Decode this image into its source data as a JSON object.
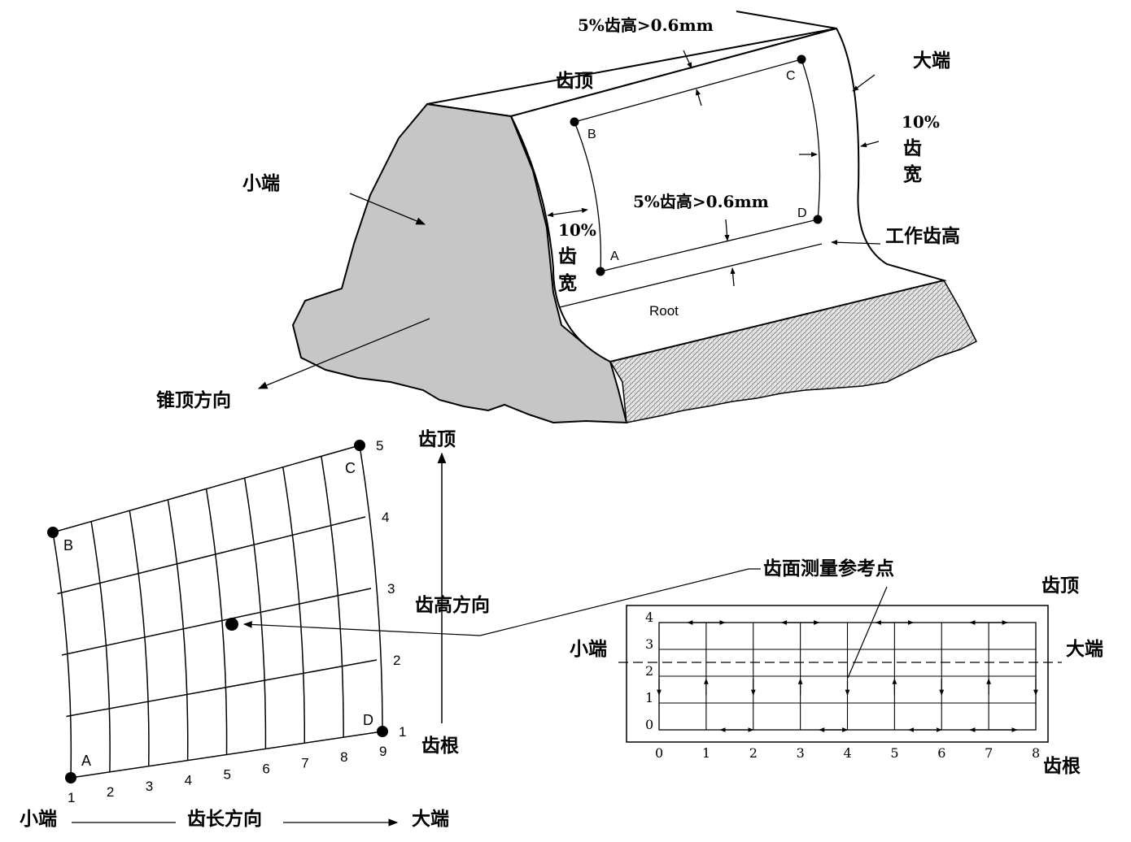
{
  "tooth_view": {
    "big_end": "大端",
    "small_end": "小端",
    "tip": "齿顶",
    "top_margin": "5%齿高>0.6mm",
    "mid_margin": "5%齿高>0.6mm",
    "right_width_pct": "10%",
    "right_width_c1": "齿",
    "right_width_c2": "宽",
    "left_width_pct": "10%",
    "left_width_c1": "齿",
    "left_width_c2": "宽",
    "working_depth": "工作齿高",
    "root": "Root",
    "cone_apex": "锥顶方向",
    "point_a": "A",
    "point_b": "B",
    "point_c": "C",
    "point_d": "D"
  },
  "grid_view": {
    "corner_a": "A",
    "corner_b": "B",
    "corner_c": "C",
    "corner_d": "D",
    "length_ticks": [
      "1",
      "2",
      "3",
      "4",
      "5",
      "6",
      "7",
      "8",
      "9"
    ],
    "height_ticks": [
      "1",
      "2",
      "3",
      "4",
      "5"
    ],
    "axis_tip": "齿顶",
    "axis_root": "齿根",
    "axis_height": "齿高方向",
    "bottom_small": "小端",
    "bottom_length": "齿长方向",
    "bottom_big": "大端"
  },
  "scan_view": {
    "reference_point": "齿面测量参考点",
    "tip": "齿顶",
    "root": "齿根",
    "small_end": "小端",
    "big_end": "大端",
    "x_ticks": [
      "0",
      "1",
      "2",
      "3",
      "4",
      "5",
      "6",
      "7",
      "8"
    ],
    "y_ticks": [
      "0",
      "1",
      "2",
      "3",
      "4"
    ]
  }
}
